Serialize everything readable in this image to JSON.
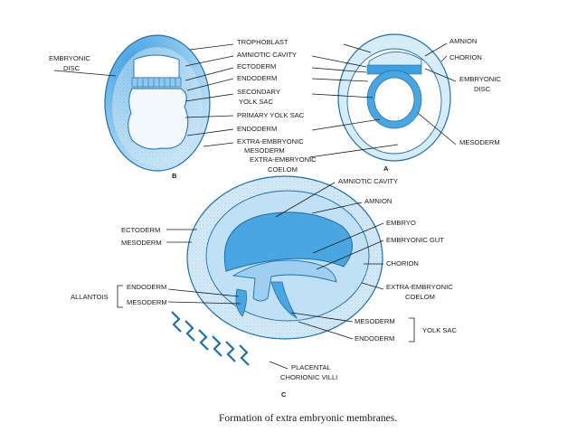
{
  "caption": "Formation of extra embryonic membranes.",
  "colors": {
    "light_blue": "#d7ecf9",
    "mid_blue": "#9fcff0",
    "deep_blue": "#4aa6e0",
    "outline": "#1f6fa8"
  },
  "figures": {
    "B": {
      "letter": "B",
      "labels": {
        "embryonic_disc_1": "EMBRYONIC",
        "embryonic_disc_2": "DISC",
        "trophoblast": "TROPHOBLAST",
        "amniotic_cavity": "AMNIOTIC CAVITY",
        "ectoderm": "ECTODERM",
        "endoderm": "ENDODERM",
        "secondary_yolk_sac_1": "SECONDARY",
        "secondary_yolk_sac_2": "YOLK SAC",
        "primary_yolk_sac": "PRIMARY YOLK SAC",
        "endoderm_2": "ENDODERM",
        "extra_embryonic_mesoderm_1": "EXTRA-EMBRYONIC",
        "extra_embryonic_mesoderm_2": "MESODERM",
        "extra_embryonic_coelom_1": "EXTRA-EMBRYONIC",
        "extra_embryonic_coelom_2": "COELOM"
      }
    },
    "A": {
      "letter": "A",
      "labels": {
        "amnion": "AMNION",
        "chorion": "CHORION",
        "embryonic_disc_1": "EMBRYONIC",
        "embryonic_disc_2": "DISC",
        "mesoderm": "MESODERM"
      }
    },
    "C": {
      "letter": "C",
      "labels": {
        "amniotic_cavity": "AMNIOTIC CAVITY",
        "amnion": "AMNION",
        "ectoderm": "ECTODERM",
        "mesoderm": "MESODERM",
        "embryo": "EMBRYO",
        "embryonic_gut": "EMBRYONIC GUT",
        "chorion": "CHORION",
        "extra_embryonic_coelom_1": "EXTRA-EMBRYONIC",
        "extra_embryonic_coelom_2": "COELOM",
        "allantois": "ALLANTOIS",
        "allantois_endoderm": "ENDODERM",
        "allantois_mesoderm": "MESODERM",
        "yolk_mesoderm": "MESODERM",
        "yolk_endoderm": "ENDODERM",
        "yolk_sac": "YOLK SAC",
        "placental_1": "PLACENTAL",
        "placental_2": "CHORIONIC VILLI"
      }
    }
  }
}
